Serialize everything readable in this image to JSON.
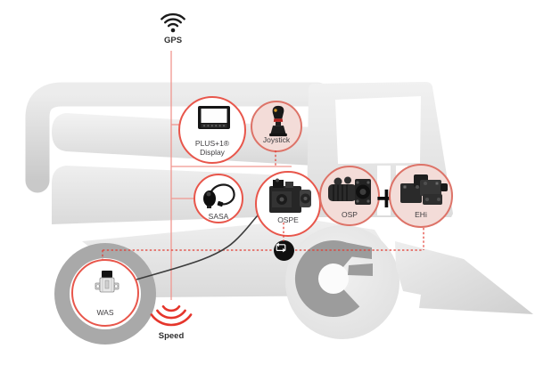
{
  "signals": {
    "gps_label": "GPS",
    "speed_label": "Speed"
  },
  "nodes": {
    "display": {
      "label_line1": "PLUS+1®",
      "label_line2": "Display"
    },
    "joystick": {
      "label": "Joystick"
    },
    "sasa": {
      "label": "SASA"
    },
    "ospe": {
      "label": "OSPE"
    },
    "osp": {
      "label": "OSP"
    },
    "ehi": {
      "label": "EHi"
    },
    "was": {
      "label": "WAS"
    }
  },
  "operators": {
    "plus": "+"
  },
  "icons": {
    "gps": "wifi-arcs-up",
    "speed": "wifi-arcs-down",
    "can_node": "data-exchange-arrows"
  },
  "colors": {
    "dashed_line": "#e23b31",
    "solid_line": "#f0968f",
    "white_node_border": "#e8564b",
    "pink_node_fill": "#f3dcd8",
    "pink_node_border": "#dd7368",
    "body_gray": "#e4e4e4",
    "wheel_ring_gray": "#a9a9a9",
    "hub_gear_gray": "#9c9c9c",
    "label_text": "#3f3d40",
    "speed_arcs_red": "#e5352b",
    "gps_icon_black": "#1a1a1a"
  }
}
